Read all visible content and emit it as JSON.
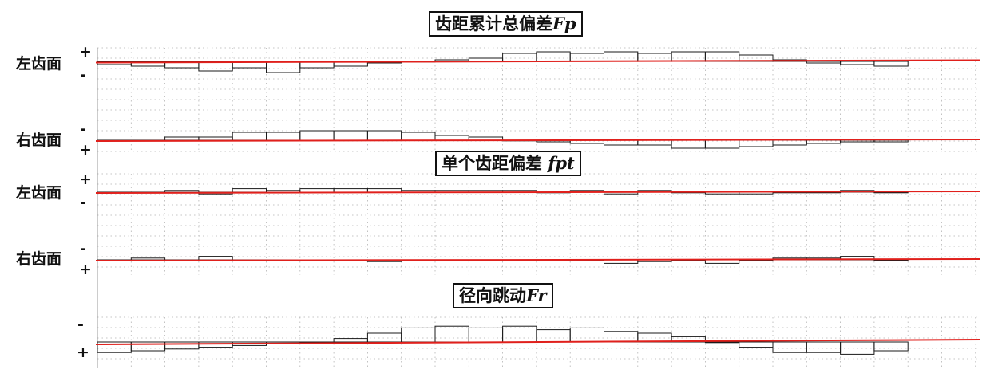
{
  "chart_data": [
    {
      "type": "bar",
      "title": "齿距累计总偏差",
      "title_symbol": "Fp",
      "series": [
        {
          "name": "左齿面",
          "upper_sign": "+",
          "lower_sign": "-",
          "values": [
            -2,
            -3,
            -4,
            -6,
            -4,
            -7,
            -4,
            -3,
            -1,
            0,
            1,
            2,
            5,
            6,
            5,
            6,
            5,
            6,
            6,
            4,
            1,
            -1,
            -2,
            -3
          ]
        },
        {
          "name": "右齿面",
          "upper_sign": "-",
          "lower_sign": "+",
          "values": [
            0,
            0,
            2,
            2,
            5,
            5,
            6,
            6,
            6,
            5,
            3,
            2,
            0,
            -1,
            -2,
            -3,
            -3,
            -5,
            -5,
            -4,
            -3,
            -2,
            -1,
            -1
          ]
        }
      ]
    },
    {
      "type": "bar",
      "title": "单个齿距偏差",
      "title_symbol": "fpt",
      "series": [
        {
          "name": "左齿面",
          "upper_sign": "+",
          "lower_sign": "-",
          "values": [
            0,
            0,
            1,
            -1,
            2,
            1,
            2,
            2,
            2,
            1,
            1,
            1,
            1,
            0,
            1,
            -1,
            1,
            0,
            -1,
            -1,
            0,
            0,
            1,
            0
          ]
        },
        {
          "name": "右齿面",
          "upper_sign": "-",
          "lower_sign": "+",
          "values": [
            0,
            1,
            0,
            2,
            0,
            0,
            0,
            0,
            -1,
            0,
            0,
            0,
            0,
            0,
            0,
            -2,
            -1,
            0,
            -2,
            0,
            1,
            1,
            2,
            0
          ]
        }
      ]
    },
    {
      "type": "bar",
      "title": "径向跳动",
      "title_symbol": "Fr",
      "series": [
        {
          "name": "",
          "upper_sign": "-",
          "lower_sign": "+",
          "values": [
            -6,
            -5,
            -4,
            -3,
            -2,
            -1,
            0,
            2,
            5,
            8,
            9,
            8,
            9,
            7,
            8,
            6,
            5,
            3,
            0,
            -3,
            -6,
            -6,
            -7,
            -5
          ]
        }
      ]
    }
  ],
  "colors": {
    "reference_line": "#e0201c",
    "step_trace": "#1a1a1a",
    "grid": "#b3b3b3",
    "text": "#111111"
  }
}
